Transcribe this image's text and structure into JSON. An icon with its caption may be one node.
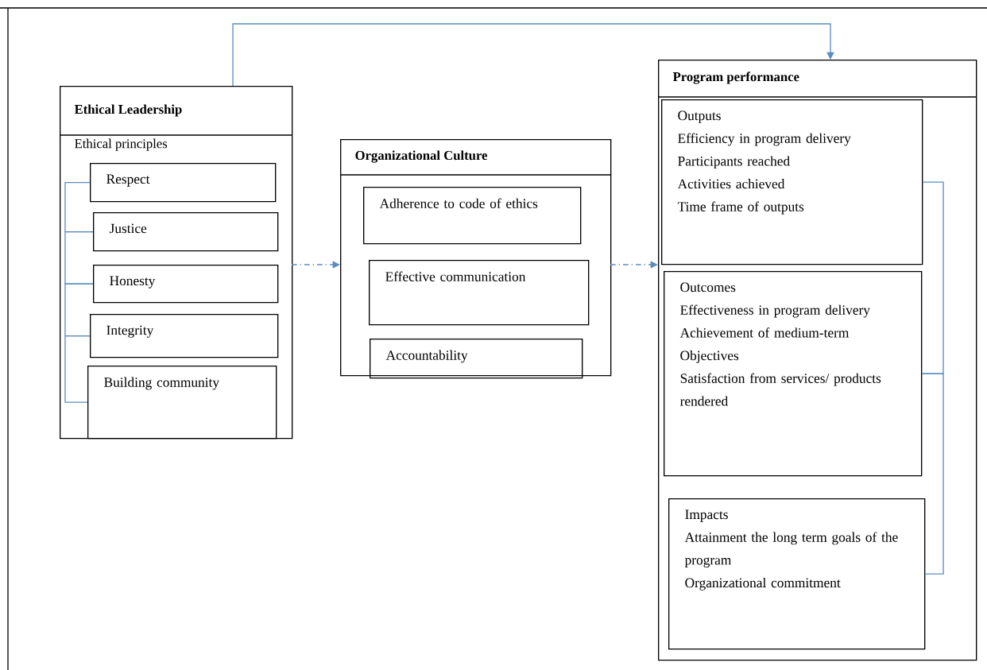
{
  "diagram": {
    "nodes": [
      {
        "text": [
          "Ethical Leadership",
          "Ethical principles"
        ]
      },
      {
        "text": [
          "Respect"
        ],
        "in": 0
      },
      {
        "text": [
          "Justice"
        ],
        "in": 0
      },
      {
        "text": [
          "Honesty"
        ],
        "in": 0
      },
      {
        "text": [
          "Integrity"
        ],
        "in": 0
      },
      {
        "text": [
          "Building community"
        ],
        "in": 0
      },
      {
        "text": [
          "Organizational Culture"
        ]
      },
      {
        "text": [
          "Adherence to code of ethics"
        ],
        "in": 6
      },
      {
        "text": [
          "Effective communication"
        ],
        "in": 6
      },
      {
        "text": [
          "Accountability"
        ],
        "in": 6
      },
      {
        "text": [
          "Program performance"
        ]
      },
      {
        "text": [
          "Outputs",
          "Efficiency in program delivery",
          "Participants reached",
          "Activities achieved",
          "Time frame of outputs"
        ],
        "in": 10
      },
      {
        "text": [
          "Outcomes",
          "Effectiveness in program delivery",
          "Achievement of medium-term Objectives",
          "Satisfaction from services/ products rendered"
        ],
        "in": 10
      },
      {
        "text": [
          "Impacts",
          "Attainment the long term goals of the program",
          "Organizational commitment"
        ],
        "in": 10
      }
    ],
    "edges": [
      {
        "from": 0,
        "to": 10,
        "arrow": "to"
      },
      {
        "from": 0,
        "to": 6,
        "arrow": "to",
        "style": "dashed"
      },
      {
        "from": 6,
        "to": 10,
        "arrow": "to",
        "style": "dashed"
      },
      {
        "from": 1,
        "to": 2,
        "arrow": "none"
      },
      {
        "from": 2,
        "to": 3,
        "arrow": "none"
      },
      {
        "from": 3,
        "to": 4,
        "arrow": "none"
      },
      {
        "from": 4,
        "to": 5,
        "arrow": "none"
      },
      {
        "from": 11,
        "to": 12,
        "arrow": "none"
      },
      {
        "from": 12,
        "to": 13,
        "arrow": "none"
      }
    ]
  }
}
